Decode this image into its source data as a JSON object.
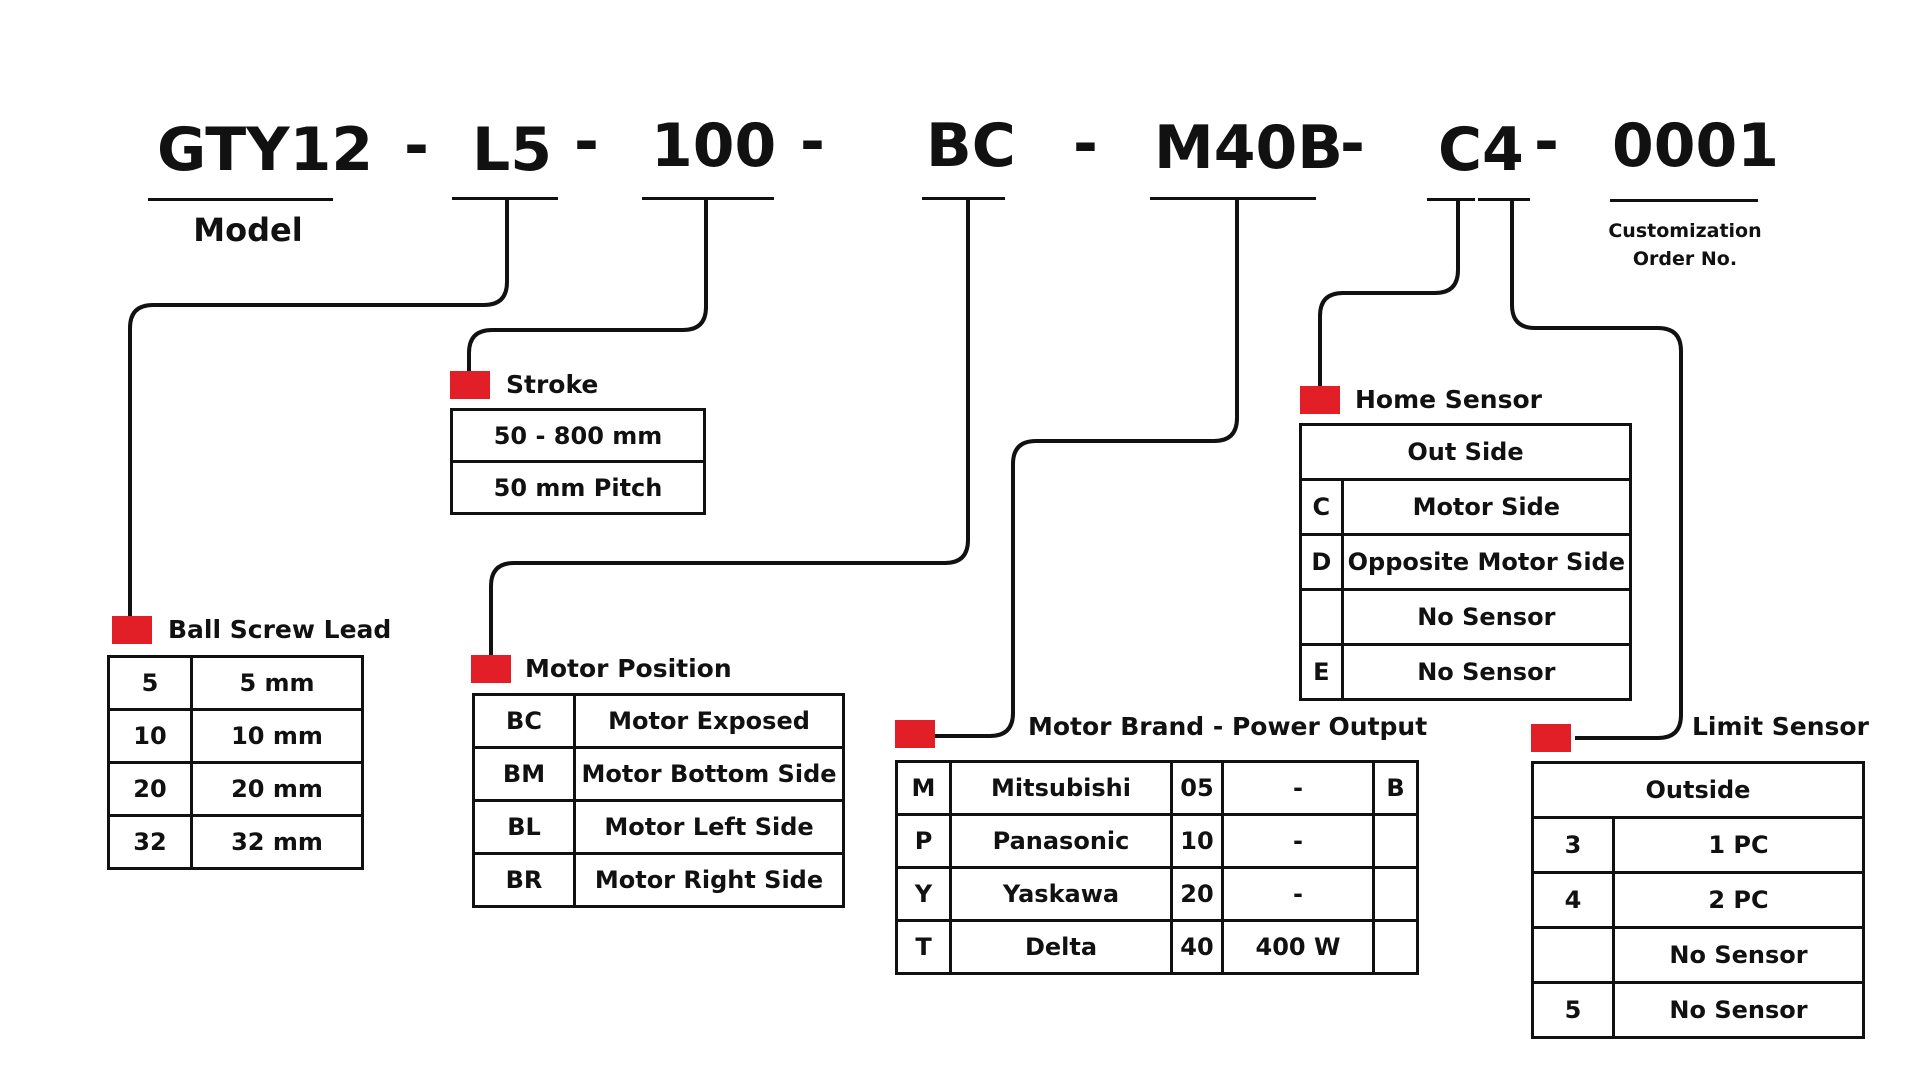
{
  "code": {
    "model": "GTY12",
    "lead": "L5",
    "stroke": "100",
    "motor_position": "BC",
    "motor": "M40B",
    "sensor": "C4",
    "order": "0001",
    "dash": "-"
  },
  "labels": {
    "model": "Model",
    "custom_line1": "Customization",
    "custom_line2": "Order No."
  },
  "accent_color": "#e21f26",
  "stroke_section": {
    "title": "Stroke",
    "rows": [
      "50 - 800 mm",
      "50 mm Pitch"
    ]
  },
  "ball_screw": {
    "title": "Ball Screw Lead",
    "rows": [
      [
        "5",
        "5 mm"
      ],
      [
        "10",
        "10 mm"
      ],
      [
        "20",
        "20 mm"
      ],
      [
        "32",
        "32 mm"
      ]
    ]
  },
  "motor_position": {
    "title": "Motor Position",
    "rows": [
      [
        "BC",
        "Motor Exposed"
      ],
      [
        "BM",
        "Motor Bottom Side"
      ],
      [
        "BL",
        "Motor Left Side"
      ],
      [
        "BR",
        "Motor Right Side"
      ]
    ]
  },
  "motor_brand": {
    "title": "Motor Brand - Power Output",
    "rows": [
      [
        "M",
        "Mitsubishi",
        "05",
        "-",
        "B"
      ],
      [
        "P",
        "Panasonic",
        "10",
        "-",
        ""
      ],
      [
        "Y",
        "Yaskawa",
        "20",
        "-",
        ""
      ],
      [
        "T",
        "Delta",
        "40",
        "400 W",
        ""
      ]
    ]
  },
  "home_sensor": {
    "title": "Home Sensor",
    "header": "Out Side",
    "rows": [
      [
        "C",
        "Motor Side"
      ],
      [
        "D",
        "Opposite Motor Side"
      ],
      [
        "",
        "No Sensor"
      ],
      [
        "E",
        "No Sensor"
      ]
    ]
  },
  "limit_sensor": {
    "title": "Limit Sensor",
    "header": "Outside",
    "rows": [
      [
        "3",
        "1 PC"
      ],
      [
        "4",
        "2 PC"
      ],
      [
        "",
        "No Sensor"
      ],
      [
        "5",
        "No Sensor"
      ]
    ]
  }
}
